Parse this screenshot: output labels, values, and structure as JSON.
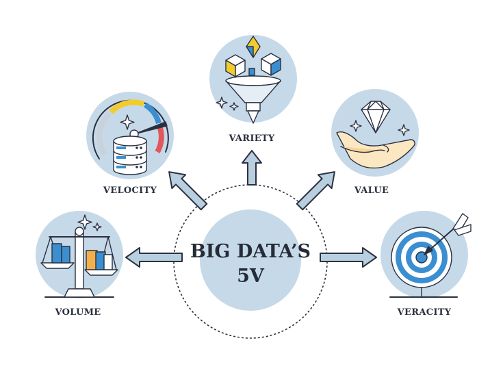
{
  "diagram": {
    "center": {
      "line1": "BIG DATA’S",
      "line2": "5V"
    },
    "nodes": {
      "velocity": {
        "label": "VELOCITY",
        "icon": "speedometer-database-icon"
      },
      "variety": {
        "label": "VARIETY",
        "icon": "funnel-cubes-icon"
      },
      "value": {
        "label": "VALUE",
        "icon": "hand-diamond-icon"
      },
      "volume": {
        "label": "VOLUME",
        "icon": "balance-scale-icon"
      },
      "veracity": {
        "label": "VERACITY",
        "icon": "target-arrow-icon"
      }
    }
  },
  "colors": {
    "bubble": "#c5d9e8",
    "outline": "#2b3040",
    "arrow_fill": "#b8cfe0",
    "accent_blue": "#3b8fd1",
    "accent_yellow": "#f2cc2e",
    "accent_red": "#e2575a",
    "accent_orange": "#f2b04b"
  }
}
